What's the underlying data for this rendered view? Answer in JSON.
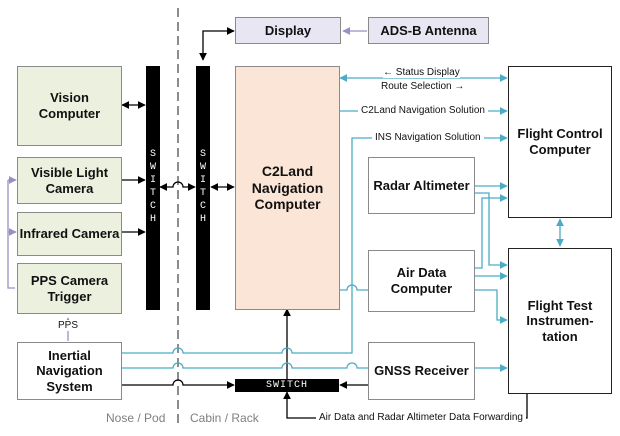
{
  "boxes": {
    "display": "Display",
    "adsb": "ADS-B Antenna",
    "vision": "Vision Computer",
    "visible": "Visible Light Camera",
    "infrared": "Infrared Camera",
    "pps_trigger": "PPS Camera Trigger",
    "ins": "Inertial Navigation System",
    "c2land": "C2Land Navigation Computer",
    "radar": "Radar Altimeter",
    "airdata": "Air Data Computer",
    "gnss": "GNSS Receiver",
    "fcc": "Flight Control Computer",
    "fti": "Flight Test Instrumen-tation"
  },
  "switches": {
    "pod": "SWITCH",
    "cabin": "SWITCH",
    "bottom": "SWITCH"
  },
  "labels": {
    "status_display": "← Status Display",
    "route_selection": "Route Selection →",
    "c2land_solution": "C2Land Navigation Solution",
    "ins_solution": "INS Navigation Solution",
    "pps": "PPS",
    "forwarding": "Air Data and Radar Altimeter Data Forwarding"
  },
  "zones": {
    "nose": "Nose / Pod",
    "cabin": "Cabin / Rack"
  },
  "colors": {
    "teal_link": "#4bacc6",
    "lavender_link": "#9b8ec4",
    "ethernet_link": "#000000",
    "divider": "#8c8c8c"
  }
}
